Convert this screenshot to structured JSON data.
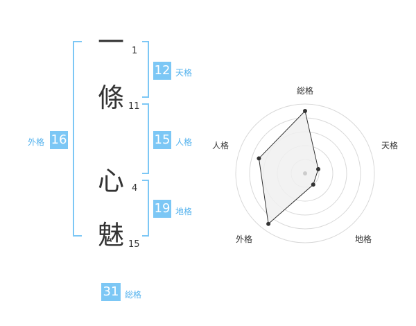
{
  "name": {
    "chars": [
      {
        "char": "一",
        "strokes": "1"
      },
      {
        "char": "條",
        "strokes": "11"
      },
      {
        "char": "心",
        "strokes": "4"
      },
      {
        "char": "魅",
        "strokes": "15"
      }
    ]
  },
  "fortune": {
    "tenkaku": {
      "value": "12",
      "label": "天格"
    },
    "jinkaku": {
      "value": "15",
      "label": "人格"
    },
    "chikaku": {
      "value": "19",
      "label": "地格"
    },
    "gaikaku": {
      "value": "16",
      "label": "外格"
    },
    "soukaku": {
      "value": "31",
      "label": "総格"
    }
  },
  "radar": {
    "axes": [
      "総格",
      "天格",
      "地格",
      "外格",
      "人格"
    ],
    "levels": [
      0.9,
      0.2,
      0.2,
      0.9,
      0.7
    ],
    "colors": {
      "fill": "#f0f0f0",
      "line": "#333333",
      "grid": "#d8d8d8",
      "point": "#333333",
      "center": "#cccccc"
    }
  },
  "colors": {
    "accent": "#7cc7f5",
    "accent_text": "#56b3ee"
  }
}
